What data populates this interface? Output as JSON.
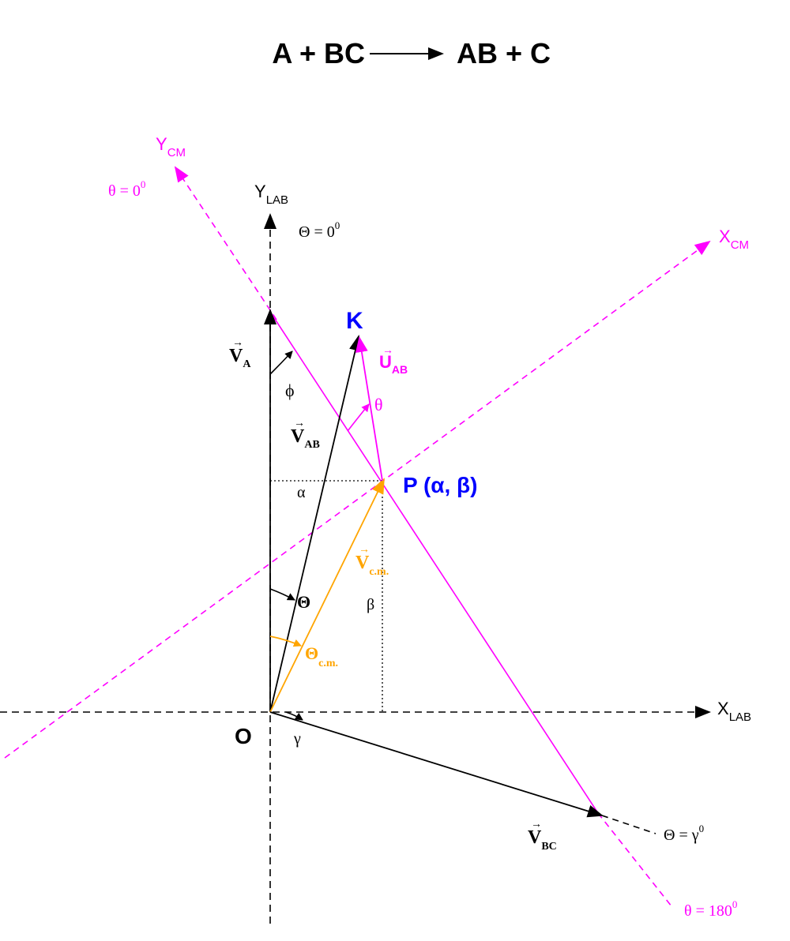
{
  "title": {
    "left": "A + BC",
    "right": "AB + C"
  },
  "colors": {
    "cm": "#ff00ff",
    "cm_velocity": "#ffa500",
    "point": "#0000ff",
    "lab": "#000000"
  },
  "labels": {
    "y_lab": "Y",
    "y_lab_sub": "LAB",
    "x_lab": "X",
    "x_lab_sub": "LAB",
    "y_cm": "Y",
    "y_cm_sub": "CM",
    "x_cm": "X",
    "x_cm_sub": "CM",
    "theta_zero": "θ = 0",
    "theta_zero_sup": "0",
    "Theta_zero": "Θ = 0",
    "Theta_zero_sup": "0",
    "theta_180": "θ = 180",
    "theta_180_sup": "0",
    "Theta_gamma": "Θ = γ",
    "Theta_gamma_sup": "0",
    "K": "K",
    "U_AB": "U",
    "U_AB_sub": "AB",
    "theta": "θ",
    "V_A": "V",
    "V_A_sub": "A",
    "phi": "ϕ",
    "V_AB": "V",
    "V_AB_sub": "AB",
    "P": "P (α, β)",
    "alpha": "α",
    "V_cm": "V",
    "V_cm_sub": "c.m.",
    "Theta": "Θ",
    "beta": "β",
    "Theta_cm": "Θ",
    "Theta_cm_sub": "c.m.",
    "O": "O",
    "gamma": "γ",
    "V_BC": "V",
    "V_BC_sub": "BC",
    "vec": "→"
  }
}
